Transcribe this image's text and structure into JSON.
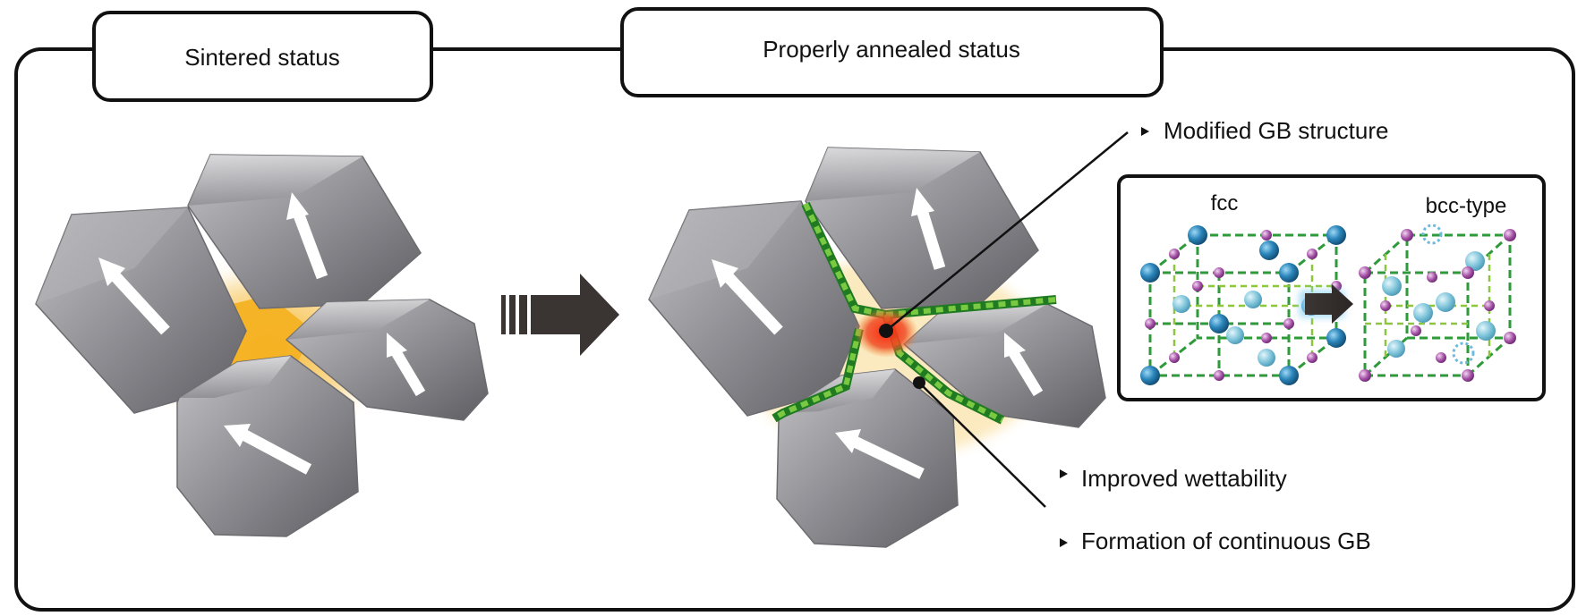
{
  "headers": {
    "sintered": "Sintered status",
    "annealed": "Properly annealed status"
  },
  "annotations": {
    "modified_gb": "Modified GB structure",
    "wettability": "Improved wettability",
    "continuous_gb": "Formation of continuous GB"
  },
  "inset": {
    "fcc_label": "fcc",
    "bcc_label": "bcc-type"
  },
  "colors": {
    "grain": "#8e8e93",
    "liquid_phase": "#f4b223",
    "gb_phase": "#3aa535",
    "modified_core": "#e43a1d",
    "big_atom": "#2e86b8",
    "small_atom": "#a24ea3",
    "arrow": "#3a3433"
  },
  "icons": {
    "process_arrow": "striped-right-arrow-icon",
    "inset_arrow": "glowing-right-arrow-icon",
    "bullet": "triangle-bullet-icon"
  }
}
